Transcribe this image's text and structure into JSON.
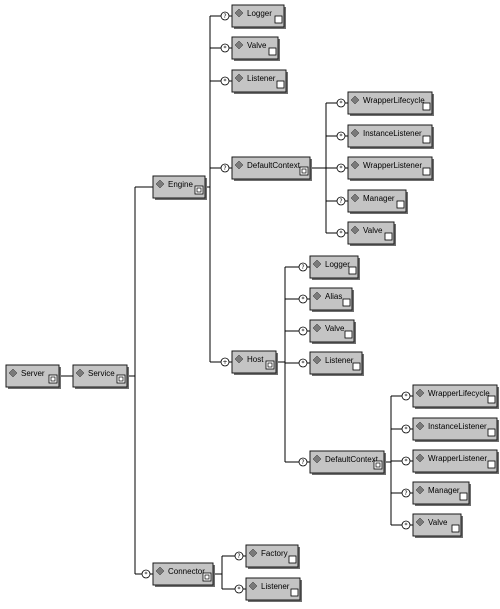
{
  "colors": {
    "node_fill": "#c4c4c4",
    "shadow": "#6f6f6f",
    "line": "#000000"
  },
  "nodes": {
    "server": "Server",
    "service": "Service",
    "engine": "Engine",
    "connector": "Connector",
    "engine_logger": "Logger",
    "engine_valve": "Valve",
    "engine_listener": "Listener",
    "engine_defaultcontext": "DefaultContext",
    "engine_host": "Host",
    "edc_wrapperlifecycle": "WrapperLifecycle",
    "edc_instancelistener": "InstanceListener",
    "edc_wrapperlistener": "WrapperListener",
    "edc_manager": "Manager",
    "edc_valve": "Valve",
    "host_logger": "Logger",
    "host_alias": "Alias",
    "host_valve": "Valve",
    "host_listener": "Listener",
    "host_defaultcontext": "DefaultContext",
    "hdc_wrapperlifecycle": "WrapperLifecycle",
    "hdc_instancelistener": "InstanceListener",
    "hdc_wrapperlistener": "WrapperListener",
    "hdc_manager": "Manager",
    "hdc_valve": "Valve",
    "connector_factory": "Factory",
    "connector_listener": "Listener"
  },
  "cardinality": {
    "optional": "?",
    "one_or_more": "+",
    "zero_or_more": "*"
  }
}
